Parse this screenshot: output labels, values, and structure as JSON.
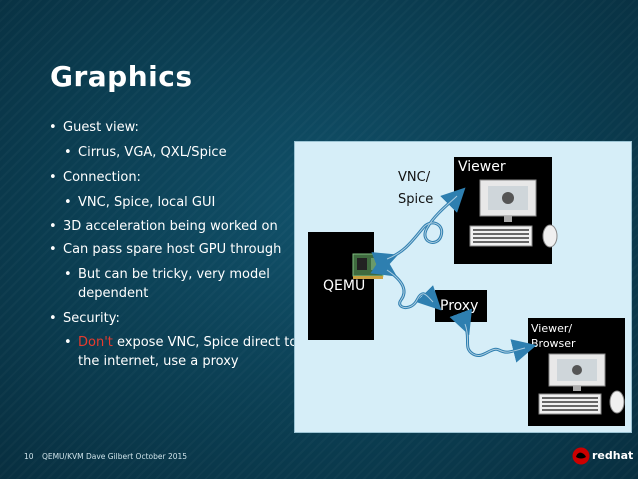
{
  "slide": {
    "title": "Graphics",
    "bullets": [
      {
        "text": "Guest view:"
      },
      {
        "text": "Cirrus, VGA, QXL/Spice"
      },
      {
        "text": "Connection:"
      },
      {
        "text": "VNC, Spice, local GUI"
      },
      {
        "text": "3D acceleration being worked on"
      },
      {
        "text": "Can pass spare host GPU through"
      },
      {
        "text": "But can be tricky, very model"
      },
      {
        "text": "dependent"
      },
      {
        "text": "Security:"
      },
      {
        "text_red": "Don't",
        "text": " expose VNC, Spice direct to"
      },
      {
        "text": "the internet, use a proxy"
      }
    ]
  },
  "diagram": {
    "qemu": "QEMU",
    "viewer": "Viewer",
    "proxy": "Proxy",
    "viewer_browser_line1": "Viewer/",
    "viewer_browser_line2": "Browser",
    "vnc_line1": "VNC/",
    "vnc_line2": "Spice",
    "colors": {
      "cable": "#2e7fb0",
      "box": "#000000",
      "panel": "#d6eef8"
    },
    "icons": [
      "graphics-card-icon",
      "workstation-icon",
      "keyboard-icon",
      "mouse-icon"
    ]
  },
  "footer": {
    "page": "10",
    "text": "QEMU/KVM Dave Gilbert October 2015",
    "brand": "redhat"
  }
}
